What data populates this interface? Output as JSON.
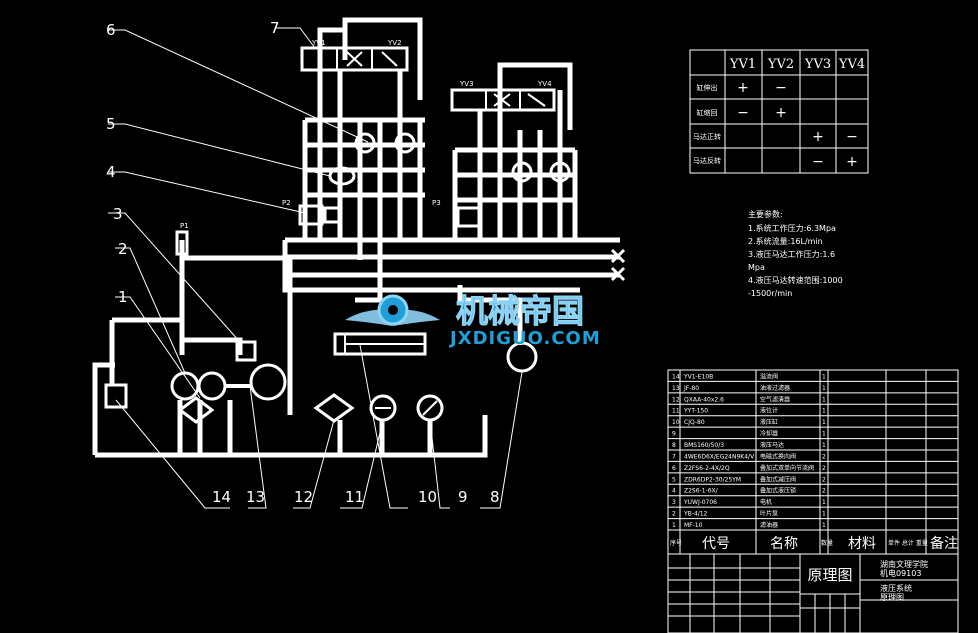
{
  "colors": {
    "background": "#000000",
    "line": "#ffffff",
    "watermark_primary": "#1f9fd8",
    "watermark_secondary": "#8fd3f5"
  },
  "callouts": {
    "c1": "1",
    "c2": "2",
    "c3": "3",
    "c4": "4",
    "c5": "5",
    "c6": "6",
    "c7": "7",
    "c8": "8",
    "c9": "9",
    "c10": "10",
    "c11": "11",
    "c12": "12",
    "c13": "13",
    "c14": "14"
  },
  "valve_labels": {
    "yv1": "YV1",
    "yv2": "YV2",
    "yv3": "YV3",
    "yv4": "YV4",
    "p1": "P1",
    "p2": "P2",
    "p3": "P3"
  },
  "solenoid_table": {
    "headers": [
      "",
      "YV1",
      "YV2",
      "YV3",
      "YV4"
    ],
    "rows": [
      {
        "label": "缸伸出",
        "cells": [
          "+",
          "−",
          "",
          ""
        ]
      },
      {
        "label": "缸缩回",
        "cells": [
          "−",
          "+",
          "",
          ""
        ]
      },
      {
        "label": "马达正转",
        "cells": [
          "",
          "",
          "+",
          "−"
        ]
      },
      {
        "label": "马达反转",
        "cells": [
          "",
          "",
          "−",
          "+"
        ]
      }
    ]
  },
  "params": {
    "title": "主要参数:",
    "lines": [
      "1.系统工作压力:6.3Mpa",
      "2.系统流量:16L/min",
      "3.液压马达工作压力:1.6",
      "Mpa",
      "4.液压马达转速范围:1000",
      "-1500r/min"
    ]
  },
  "watermark": {
    "brand": "机械帝国",
    "url": "JXDIGUO.COM"
  },
  "bom": {
    "rows": [
      {
        "no": "14",
        "code": "YV1-E10B",
        "name": "溢流阀",
        "qty": "1"
      },
      {
        "no": "13",
        "code": "JF-80",
        "name": "油液过滤器",
        "qty": "1"
      },
      {
        "no": "12",
        "code": "QXAA-40x2.6",
        "name": "空气滤清器",
        "qty": "1"
      },
      {
        "no": "11",
        "code": "YYT-150",
        "name": "液位计",
        "qty": "1"
      },
      {
        "no": "10",
        "code": "CJQ-80",
        "name": "液压缸",
        "qty": "1"
      },
      {
        "no": "9",
        "code": "",
        "name": "冷却器",
        "qty": "1"
      },
      {
        "no": "8",
        "code": "BMS160/50/3",
        "name": "液压马达",
        "qty": "1"
      },
      {
        "no": "7",
        "code": "4WE6D6X/EG24N9K4/V",
        "name": "电磁式换向阀",
        "qty": "2"
      },
      {
        "no": "6",
        "code": "Z2FS6-2-4X/2Q",
        "name": "叠加式双单向节流阀",
        "qty": "2"
      },
      {
        "no": "5",
        "code": "ZDR6DP2-30/25YM",
        "name": "叠加式减压阀",
        "qty": "2"
      },
      {
        "no": "4",
        "code": "Z2S6-1-6X/",
        "name": "叠加式液压锁",
        "qty": "2"
      },
      {
        "no": "3",
        "code": "YUWJ-0706",
        "name": "电机",
        "qty": "1"
      },
      {
        "no": "2",
        "code": "YB-4/12",
        "name": "叶片泵",
        "qty": "1"
      },
      {
        "no": "1",
        "code": "MF-10",
        "name": "滤油器",
        "qty": "1"
      }
    ],
    "header": {
      "code": "代号",
      "name": "名称",
      "qty": "数量",
      "material": "材料",
      "single_total": "单件 总计 重量",
      "remarks": "备注"
    }
  },
  "title_block": {
    "drawing_name": "原理图",
    "school": "湖南文理学院",
    "class_name": "机电09103",
    "title_line2": "液压系统",
    "title_line3": "原理图"
  }
}
